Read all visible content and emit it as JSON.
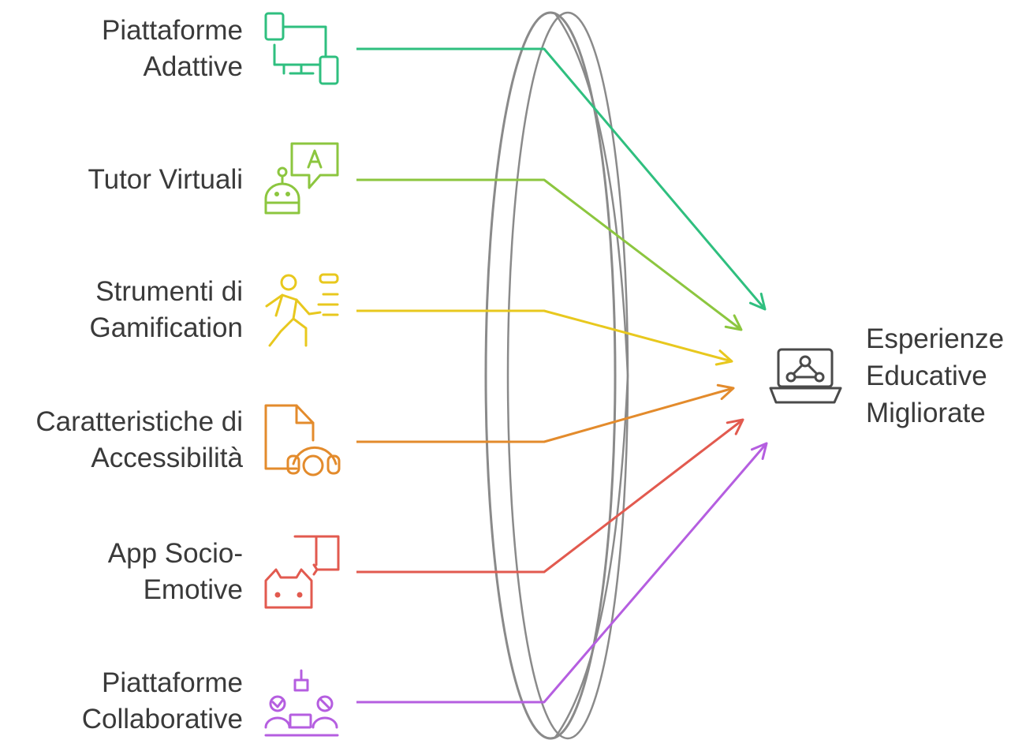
{
  "inputs": [
    {
      "lines": [
        "Piattaforme",
        "Adattive"
      ],
      "color": "#2fbf7f",
      "icon": "devices-icon"
    },
    {
      "lines": [
        "Tutor Virtuali"
      ],
      "color": "#8cc63f",
      "icon": "robot-tutor-icon"
    },
    {
      "lines": [
        "Strumenti di",
        "Gamification"
      ],
      "color": "#e8c81e",
      "icon": "running-person-icon"
    },
    {
      "lines": [
        "Caratteristiche di",
        "Accessibilità"
      ],
      "color": "#e38b2c",
      "icon": "document-headphones-icon"
    },
    {
      "lines": [
        "App Socio-",
        "Emotive"
      ],
      "color": "#e25a4f",
      "icon": "book-vr-icon"
    },
    {
      "lines": [
        "Piattaforme",
        "Collaborative"
      ],
      "color": "#b55ee0",
      "icon": "collaboration-icon"
    }
  ],
  "output": {
    "lines": [
      "Esperienze",
      "Educative",
      "Migliorate"
    ],
    "color": "#3a3a3a",
    "icon": "laptop-network-icon"
  },
  "lens_color": "#8a8a8a"
}
